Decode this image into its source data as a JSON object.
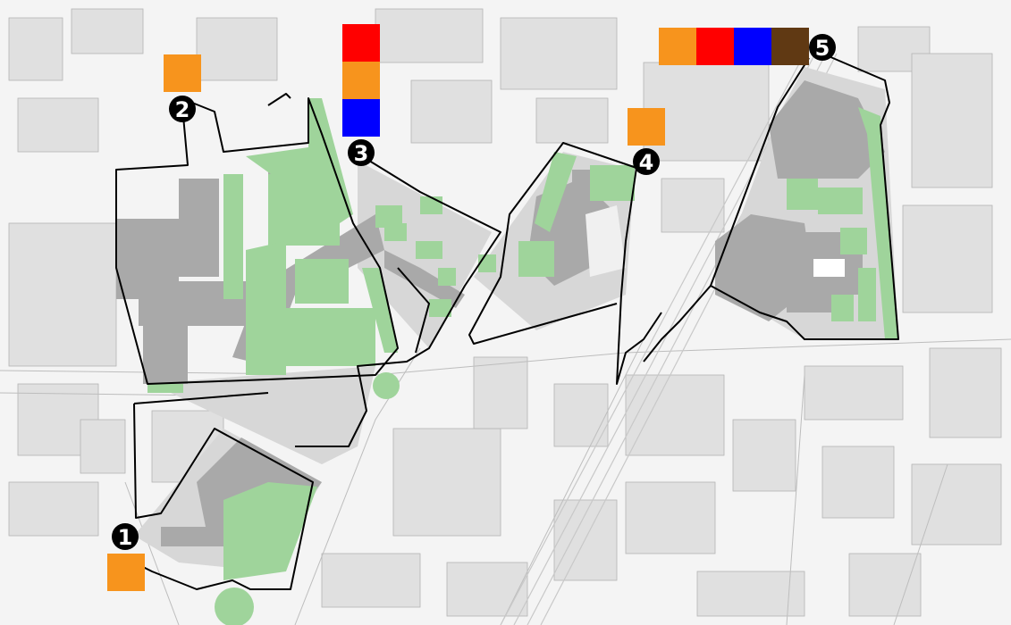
{
  "map": {
    "colors": {
      "background": "#f4f4f4",
      "building": "#dcdcdc",
      "building_dark": "#a9a9a9",
      "green": "#9fd49b",
      "zone": "#d3d3d3",
      "boundary": "#000000",
      "rail": "#c8c8c8"
    },
    "markers": [
      {
        "number": "1",
        "swatches": [
          {
            "color": "#f7941d"
          }
        ]
      },
      {
        "number": "2",
        "swatches": [
          {
            "color": "#f7941d"
          }
        ]
      },
      {
        "number": "3",
        "swatches": [
          {
            "color": "#ff0000"
          },
          {
            "color": "#f7941d"
          },
          {
            "color": "#0000ff"
          }
        ]
      },
      {
        "number": "4",
        "swatches": [
          {
            "color": "#f7941d"
          }
        ]
      },
      {
        "number": "5",
        "swatches": [
          {
            "color": "#f7941d"
          },
          {
            "color": "#ff0000"
          },
          {
            "color": "#0000ff"
          },
          {
            "color": "#603913"
          }
        ]
      }
    ]
  }
}
